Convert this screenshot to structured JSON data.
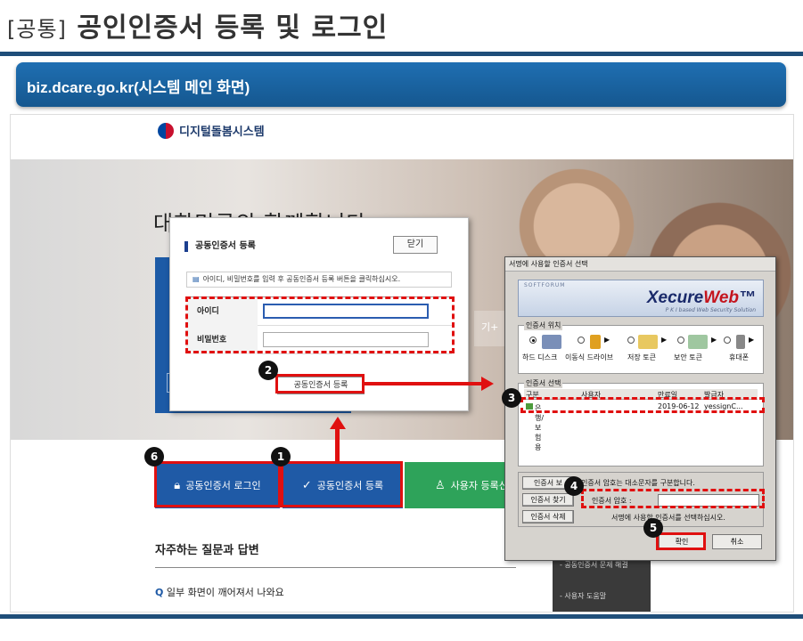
{
  "slide": {
    "title_prefix": "[공통]",
    "title_main": "공인인증서 등록 및 로그인",
    "banner": "biz.dcare.go.kr(시스템 메인 화면)"
  },
  "site": {
    "logo_text": "디지털돌봄시스템",
    "hero_heading": "대한민국의 함께합니다",
    "hero_link_fragment": "기+",
    "tiles": [
      {
        "label": "공동인증서 로그인",
        "icon": "lock-icon"
      },
      {
        "label": "공동인증서 등록",
        "icon": "check-icon"
      },
      {
        "label": "사용자 등록신청",
        "icon": "user-icon"
      }
    ],
    "faq_title": "자주하는 질문과 답변",
    "faq_q_mark": "Q",
    "faq_question": "일부 화면이 깨어져서 나와요",
    "side_links": [
      "- 공동인증서 문제 해결",
      "- 사용자 도움말"
    ]
  },
  "cert_dialog": {
    "title": "공동인증서 등록",
    "close_label": "닫기",
    "notice": "아이디, 비밀번호를 입력 후 공동인증서 등록 버튼을 클릭하십시오.",
    "id_label": "아이디",
    "pw_label": "비밀번호",
    "register_button": "공동인증서 등록"
  },
  "xecure": {
    "title": "서명에 사용할 인증서 선택",
    "vendor": "SOFTFORUM",
    "logo_main": "Xecure",
    "logo_accent": "Web",
    "tagline": "P K I based Web Security Solution",
    "location_label": "인증서 위치",
    "locations": [
      "하드 디스크",
      "이동식 드라이브",
      "저장 토큰",
      "보안 토큰",
      "휴대폰"
    ],
    "cert_select_label": "인증서 선택",
    "columns": [
      "구분",
      "사용자",
      "만료일",
      "발급자"
    ],
    "cert_row": {
      "type": "은행/보험용",
      "user": "",
      "expiry": "2019-06-12",
      "issuer": "yessignC..."
    },
    "view_button": "인증서 보",
    "case_notice": "인증서 암호는 대소문자를 구분합니다.",
    "find_button": "인증서 찾기",
    "pw_label": "인증서 암호 :",
    "delete_button": "인증서 삭제",
    "select_notice": "서명에 사용할 인증서를 선택하십시오.",
    "ok_button": "확인",
    "cancel_button": "취소"
  },
  "steps": [
    "1",
    "2",
    "3",
    "4",
    "5",
    "6"
  ],
  "colors": {
    "accent": "#1f4e79",
    "highlight": "#e01010",
    "tile_blue": "#1f5aa6",
    "tile_green": "#2ea35a"
  }
}
